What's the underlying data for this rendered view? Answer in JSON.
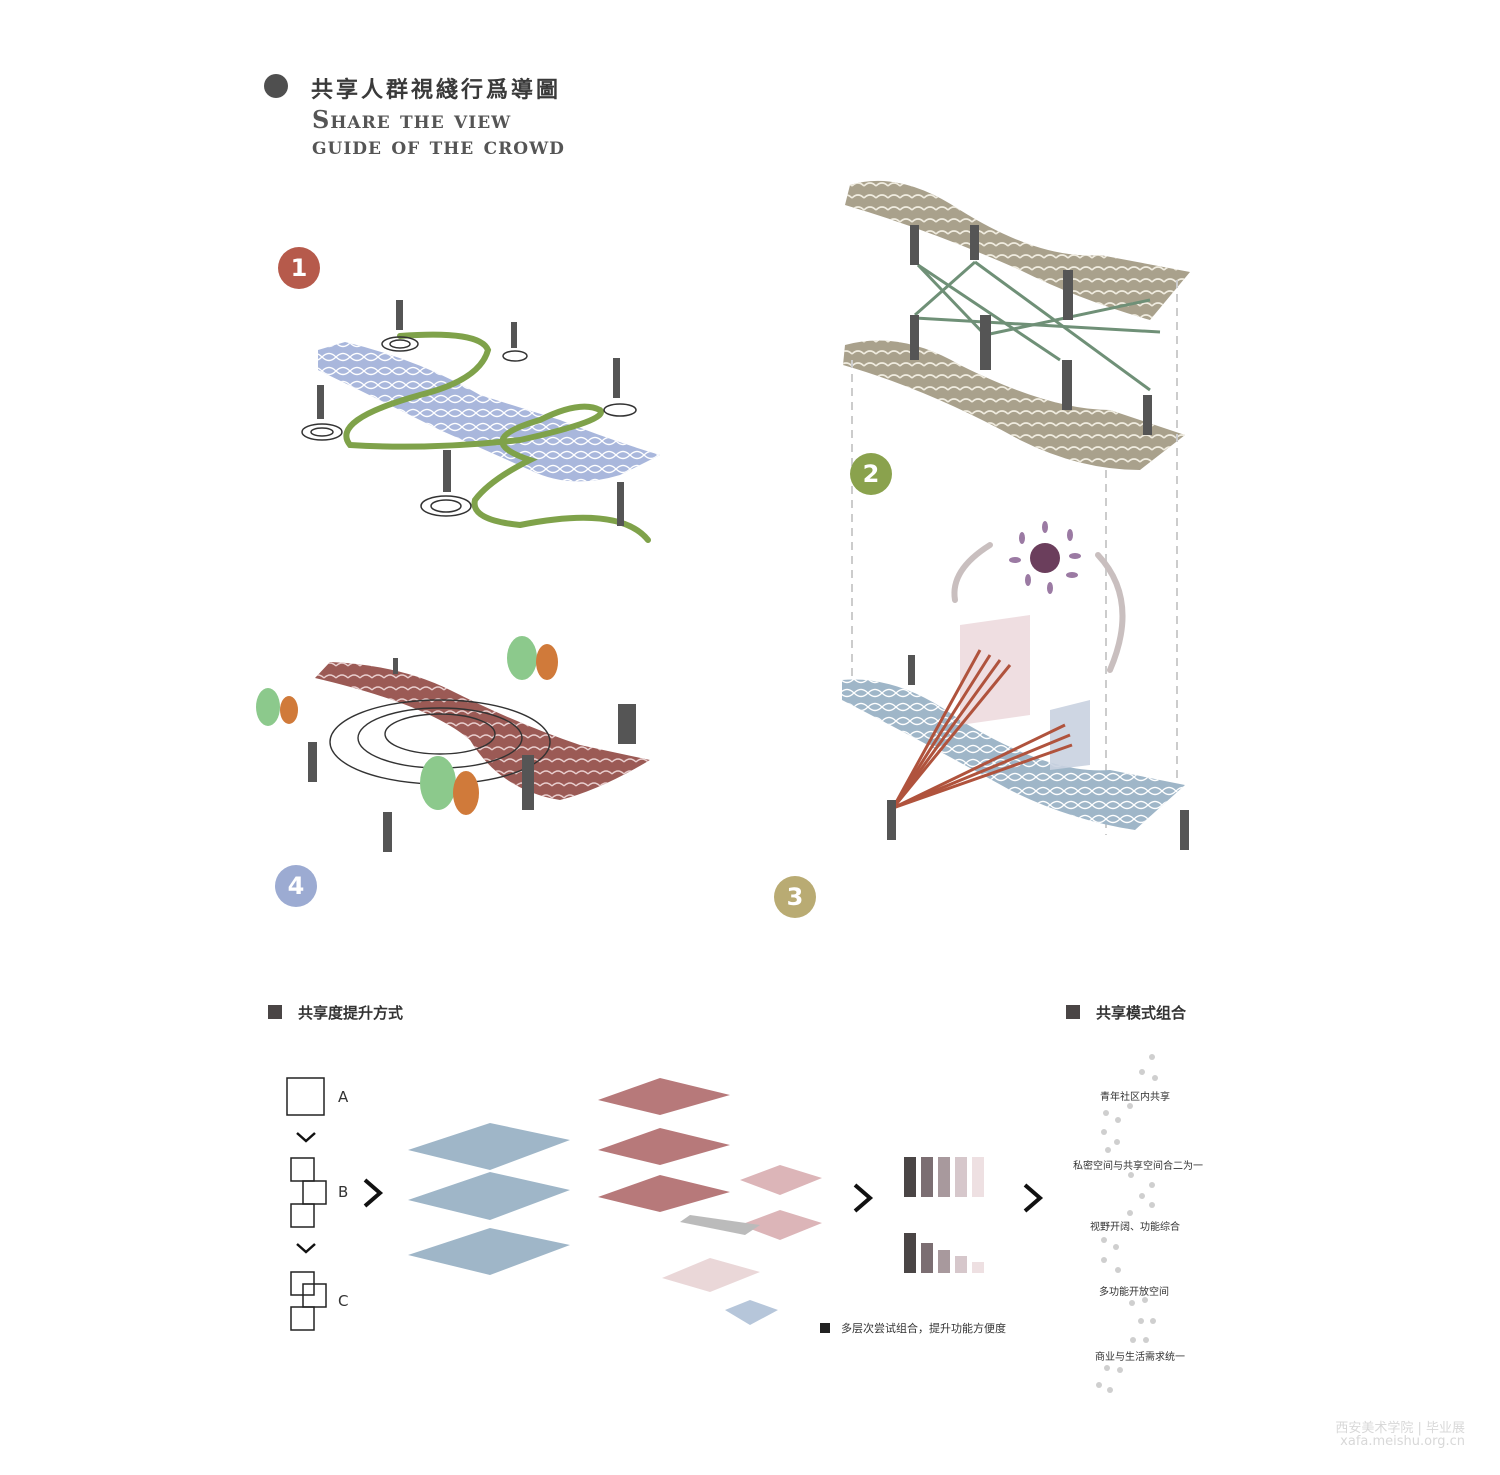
{
  "header": {
    "title_cn": "共享人群視綫行爲導圖",
    "title_en_line1": "Share the view",
    "title_en_line2": "guide of the crowd"
  },
  "badges": [
    {
      "label": "1",
      "color": "#b65a4b"
    },
    {
      "label": "2",
      "color": "#8aa24d"
    },
    {
      "label": "3",
      "color": "#b9ab73"
    },
    {
      "label": "4",
      "color": "#9cabd2"
    }
  ],
  "section_left": {
    "title": "共享度提升方式",
    "steps": [
      "A",
      "B",
      "C"
    ],
    "caption": "多层次尝试组合，提升功能方便度"
  },
  "section_right": {
    "title": "共享模式组合",
    "modes": [
      "青年社区内共享",
      "私密空间与共享空间合二为一",
      "视野开阔、功能综合",
      "多功能开放空间",
      "商业与生活需求统一"
    ]
  },
  "watermark": {
    "school": "西安美术学院",
    "event": "毕业展",
    "url": "xafa.meishu.org.cn"
  },
  "colors": {
    "path_green": "#7fa24a",
    "blue_ribbon": "#a9b7dc",
    "red_ribbon": "#9b5a55",
    "beige_ribbon": "#a9a18c",
    "sight_red": "#b0533d",
    "sight_green": "#6f9077"
  }
}
